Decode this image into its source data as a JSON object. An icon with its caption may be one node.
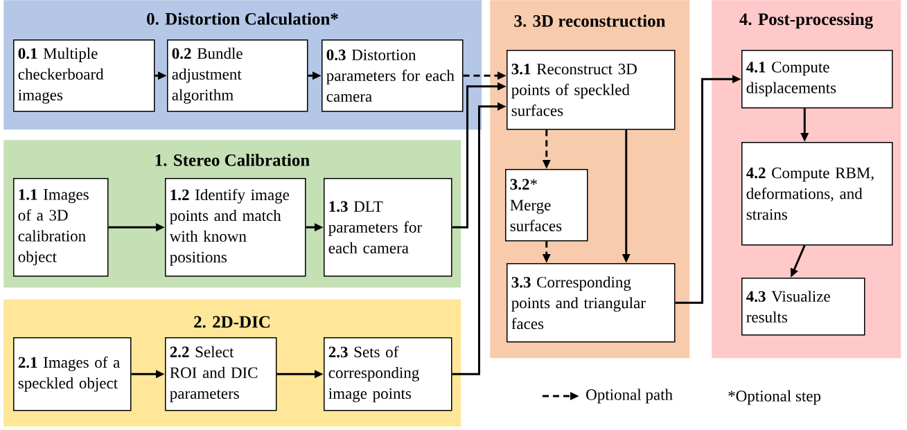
{
  "diagram": {
    "nodes": [
      {
        "text": [
          "0. Distortion Calculation*"
        ]
      },
      {
        "text": [
          "**0.1** Multiple checkerboard images"
        ],
        "in": 0
      },
      {
        "text": [
          "**0.2** Bundle adjustment algorithm"
        ],
        "in": 0
      },
      {
        "text": [
          "**0.3** Distortion parameters for each camera"
        ],
        "in": 0
      },
      {
        "text": [
          "1. Stereo Calibration"
        ]
      },
      {
        "text": [
          "**1.1** Images of a 3D calibration object"
        ],
        "in": 4
      },
      {
        "text": [
          "**1.2** Identify image points and match with known positions"
        ],
        "in": 4
      },
      {
        "text": [
          "**1.3** DLT parameters for each camera"
        ],
        "in": 4
      },
      {
        "text": [
          "2. 2D-DIC"
        ]
      },
      {
        "text": [
          "**2.1** Images of a speckled object"
        ],
        "in": 8
      },
      {
        "text": [
          "**2.2** Select ROI and DIC parameters"
        ],
        "in": 8
      },
      {
        "text": [
          "**2.3** Sets of corresponding image points"
        ],
        "in": 8
      },
      {
        "text": [
          "3. 3D reconstruction"
        ]
      },
      {
        "text": [
          "**3.1** Reconstruct 3D points of speckled surfaces"
        ],
        "in": 12
      },
      {
        "text": [
          "**3.2*** Merge surfaces"
        ],
        "in": 12
      },
      {
        "text": [
          "**3.3** Corresponding points and triangular faces"
        ],
        "in": 12
      },
      {
        "text": [
          "4. Post-processing"
        ]
      },
      {
        "text": [
          "**4.1** Compute displacements"
        ],
        "in": 16
      },
      {
        "text": [
          "**4.2** Compute RBM, deformations, and strains"
        ],
        "in": 16
      },
      {
        "text": [
          "**4.3** Visualize results"
        ],
        "in": 16
      }
    ],
    "edges": [
      {
        "from": 1,
        "to": 2,
        "arrow": "to"
      },
      {
        "from": 2,
        "to": 3,
        "arrow": "to"
      },
      {
        "from": 3,
        "to": 13,
        "arrow": "to",
        "style": "dashed"
      },
      {
        "from": 5,
        "to": 6,
        "arrow": "to"
      },
      {
        "from": 6,
        "to": 7,
        "arrow": "to"
      },
      {
        "from": 7,
        "to": 13,
        "arrow": "to"
      },
      {
        "from": 11,
        "to": 13,
        "arrow": "to"
      },
      {
        "from": 9,
        "to": 10,
        "arrow": "to"
      },
      {
        "from": 10,
        "to": 11,
        "arrow": "to"
      },
      {
        "from": 13,
        "to": 14,
        "arrow": "to",
        "style": "dashed"
      },
      {
        "from": 14,
        "to": 15,
        "arrow": "to",
        "style": "dashed"
      },
      {
        "from": 13,
        "to": 15,
        "arrow": "to"
      },
      {
        "from": 15,
        "to": 17,
        "arrow": "to"
      },
      {
        "from": 17,
        "to": 18,
        "arrow": "to"
      },
      {
        "from": 18,
        "to": 19,
        "arrow": "to"
      }
    ],
    "labels": [
      "*Optional step"
    ],
    "legend": [
      {
        "text": "Optional path"
      }
    ]
  }
}
